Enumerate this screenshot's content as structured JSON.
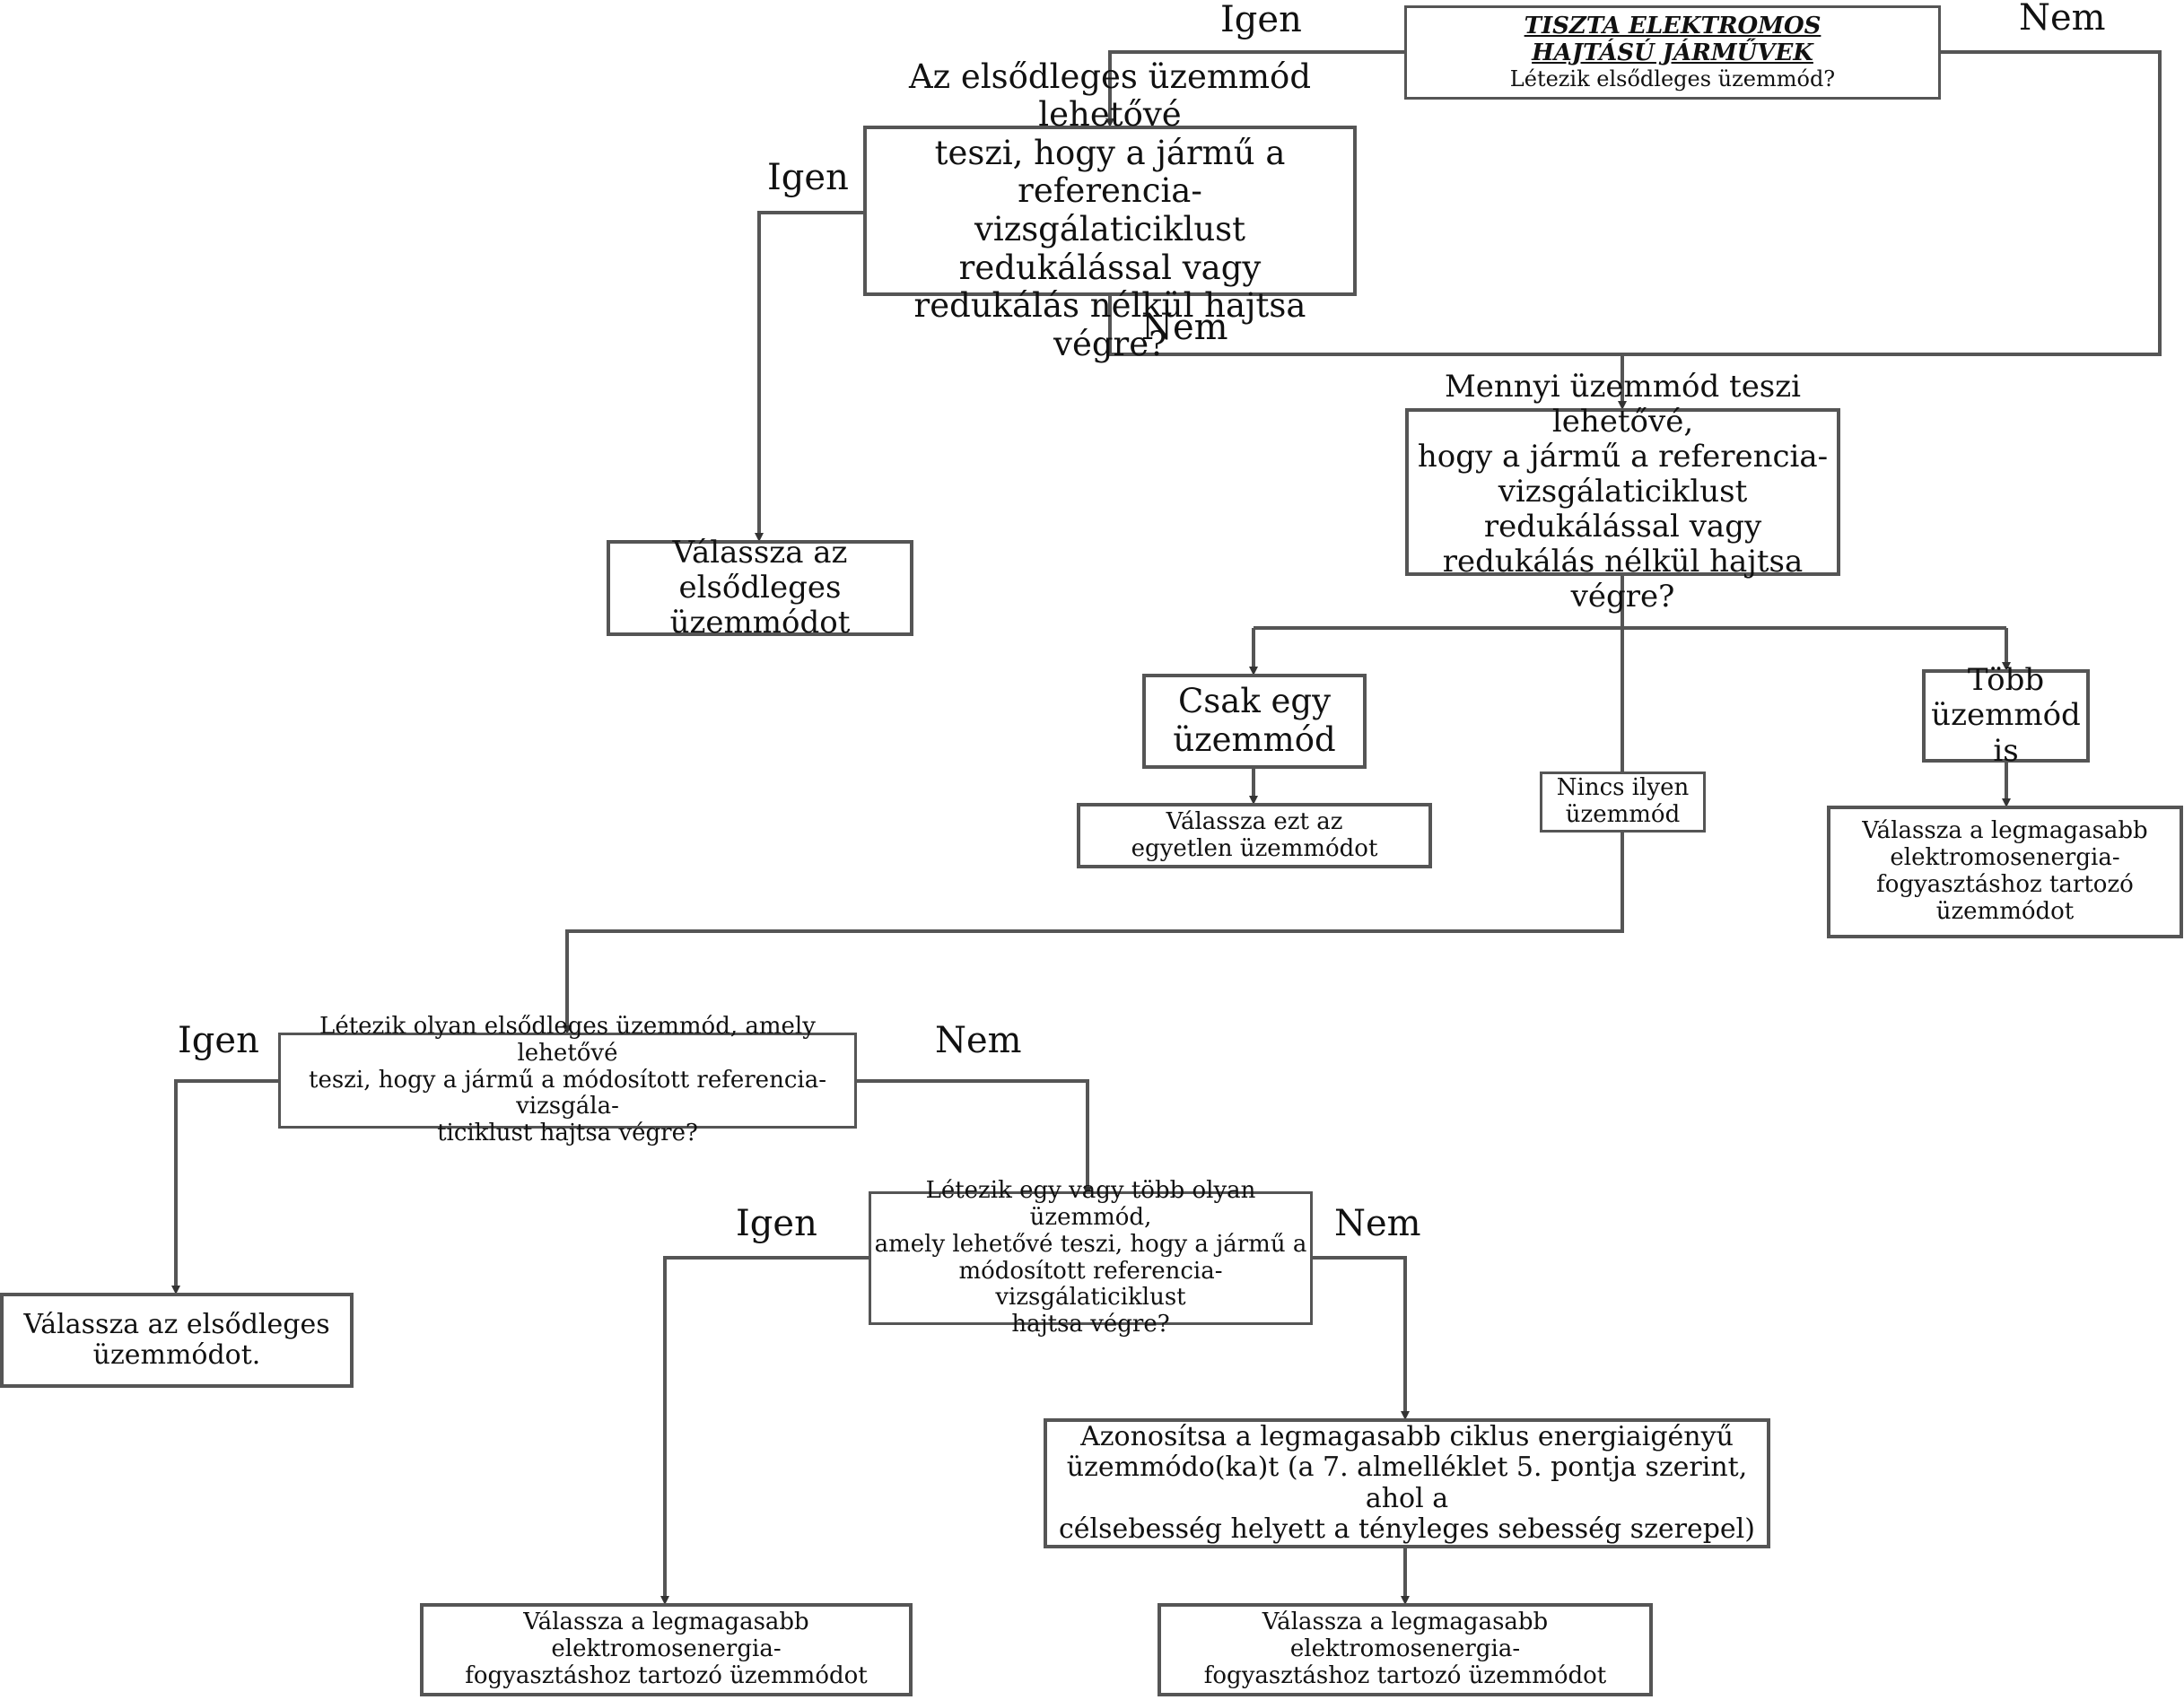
{
  "nodes": {
    "start": {
      "title": "TISZTA ELEKTROMOS HAJTÁSÚ JÁRMŰVEK",
      "question": "Létezik elsődleges üzemmód?"
    },
    "q_primary": {
      "lines": [
        "Az elsődleges üzemmód lehetővé",
        "teszi, hogy a jármű a referencia-",
        "vizsgálaticiklust redukálással vagy",
        "redukálás nélkül hajtsa végre?"
      ]
    },
    "choose_primary_1": {
      "lines": [
        "Válassza az elsődleges",
        "üzemmódot"
      ]
    },
    "q_howmany": {
      "lines": [
        "Mennyi üzemmód teszi lehetővé,",
        "hogy a jármű a referencia-",
        "vizsgálaticiklust redukálással vagy",
        "redukálás nélkül hajtsa végre?"
      ]
    },
    "only_one": {
      "lines": [
        "Csak egy",
        "üzemmód"
      ]
    },
    "choose_single": {
      "lines": [
        "Válassza ezt az",
        "egyetlen üzemmódot"
      ]
    },
    "none": {
      "lines": [
        "Nincs ilyen",
        "üzemmód"
      ]
    },
    "multiple": {
      "lines": [
        "Több",
        "üzemmód is"
      ]
    },
    "choose_highest_1": {
      "lines": [
        "Válassza a legmagasabb",
        "elektromosenergia-",
        "fogyasztáshoz tartozó",
        "üzemmódot"
      ]
    },
    "q_primary_modified": {
      "lines": [
        "Létezik olyan elsődleges üzemmód, amely lehetővé",
        "teszi, hogy a jármű a módosított referencia-vizsgála-",
        "ticiklust hajtsa végre?"
      ]
    },
    "choose_primary_2": {
      "lines": [
        "Válassza az elsődleges",
        "üzemmódot."
      ]
    },
    "q_modes_modified": {
      "lines": [
        "Létezik egy vagy több olyan üzemmód,",
        "amely lehetővé teszi, hogy a jármű a",
        "módosított referencia-vizsgálaticiklust",
        "hajtsa végre?"
      ]
    },
    "identify_highest": {
      "lines": [
        "Azonosítsa a legmagasabb ciklus energiaigényű",
        "üzemmódo(ka)t (a 7. almelléklet 5. pontja szerint, ahol a",
        "célsebesség helyett a tényleges sebesség szerepel)"
      ]
    },
    "choose_highest_2": {
      "lines": [
        "Válassza a legmagasabb elektromosenergia-",
        "fogyasztáshoz tartozó üzemmódot"
      ]
    },
    "choose_highest_3": {
      "lines": [
        "Válassza a legmagasabb elektromosenergia-",
        "fogyasztáshoz tartozó üzemmódot"
      ]
    }
  },
  "labels": {
    "start_yes": "Igen",
    "start_no": "Nem",
    "q1_yes": "Igen",
    "q1_no": "Nem",
    "q3_yes": "Igen",
    "q3_no": "Nem",
    "q4_yes": "Igen",
    "q4_no": "Nem"
  },
  "colors": {
    "line": "#555555",
    "border": "#555555",
    "text": "#111111"
  }
}
